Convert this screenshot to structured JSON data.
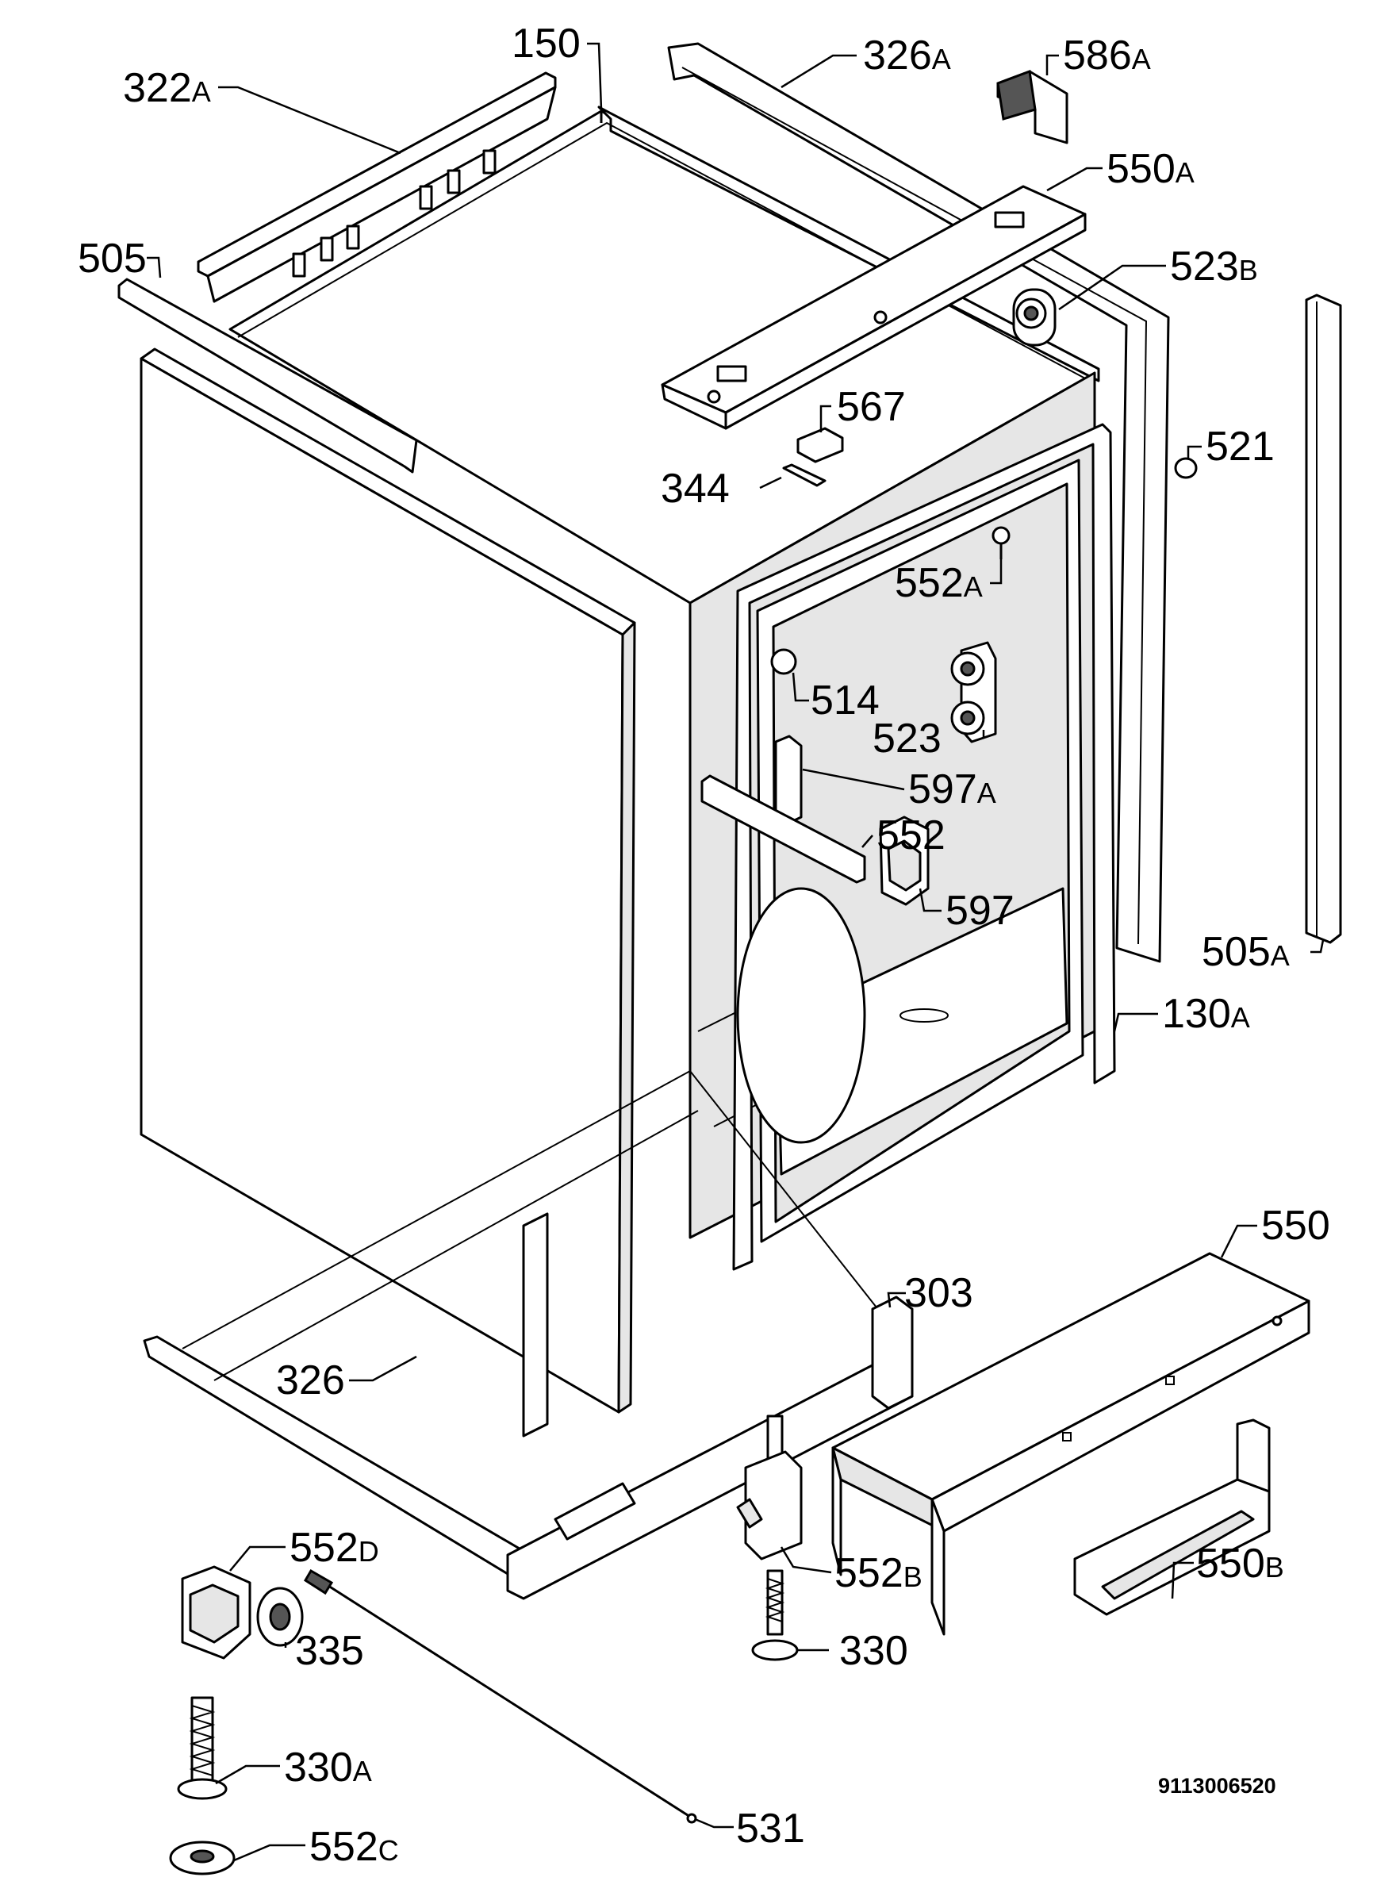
{
  "diagram": {
    "document_number": "9113006520",
    "callouts": [
      {
        "id": "150",
        "num": "150",
        "sfx": ""
      },
      {
        "id": "322a",
        "num": "322",
        "sfx": "A"
      },
      {
        "id": "326a",
        "num": "326",
        "sfx": "A"
      },
      {
        "id": "586a",
        "num": "586",
        "sfx": "A"
      },
      {
        "id": "550a",
        "num": "550",
        "sfx": "A"
      },
      {
        "id": "505",
        "num": "505",
        "sfx": ""
      },
      {
        "id": "523b",
        "num": "523",
        "sfx": "B"
      },
      {
        "id": "567",
        "num": "567",
        "sfx": ""
      },
      {
        "id": "521",
        "num": "521",
        "sfx": ""
      },
      {
        "id": "344",
        "num": "344",
        "sfx": ""
      },
      {
        "id": "552a",
        "num": "552",
        "sfx": "A"
      },
      {
        "id": "514",
        "num": "514",
        "sfx": ""
      },
      {
        "id": "523",
        "num": "523",
        "sfx": ""
      },
      {
        "id": "597a",
        "num": "597",
        "sfx": "A"
      },
      {
        "id": "552",
        "num": "552",
        "sfx": ""
      },
      {
        "id": "597",
        "num": "597",
        "sfx": ""
      },
      {
        "id": "505a",
        "num": "505",
        "sfx": "A"
      },
      {
        "id": "130a",
        "num": "130",
        "sfx": "A"
      },
      {
        "id": "550",
        "num": "550",
        "sfx": ""
      },
      {
        "id": "303",
        "num": "303",
        "sfx": ""
      },
      {
        "id": "326",
        "num": "326",
        "sfx": ""
      },
      {
        "id": "552d",
        "num": "552",
        "sfx": "D"
      },
      {
        "id": "552b",
        "num": "552",
        "sfx": "B"
      },
      {
        "id": "550b",
        "num": "550",
        "sfx": "B"
      },
      {
        "id": "335",
        "num": "335",
        "sfx": ""
      },
      {
        "id": "330",
        "num": "330",
        "sfx": ""
      },
      {
        "id": "330a",
        "num": "330",
        "sfx": "A"
      },
      {
        "id": "531",
        "num": "531",
        "sfx": ""
      },
      {
        "id": "552c",
        "num": "552",
        "sfx": "C"
      }
    ]
  }
}
